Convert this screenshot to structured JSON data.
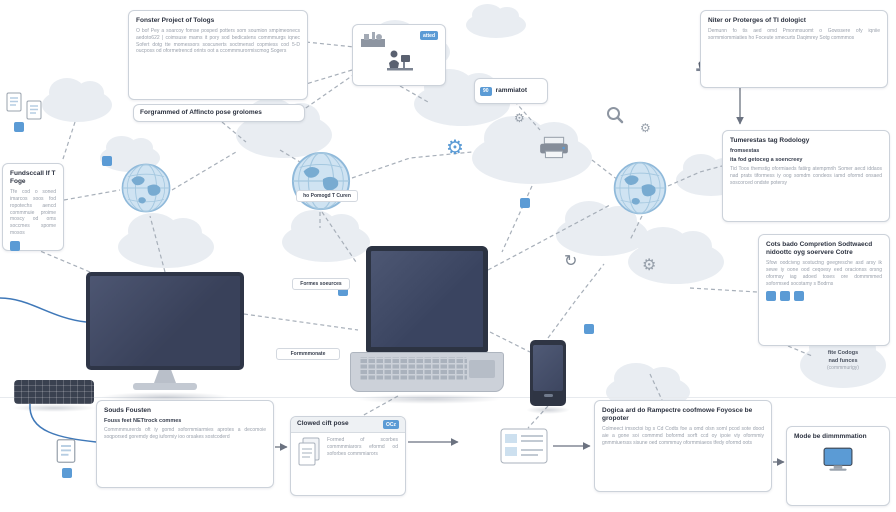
{
  "colors": {
    "accent_blue": "#5b9bd5",
    "device_dark": "#3a4256",
    "cloud_gray": "#e9edf2"
  },
  "icons": {
    "gear": "⚙",
    "refresh": "↻"
  },
  "callouts": {
    "top_left": {
      "title": "Fonster Project of Tologs",
      "body": "O bof Pey a soarcoy fomse posped potters som soumion smpimeonecs aedoto622 | coimsuse mams it pory sod bedicatens commmurgs iqnec Sofert dotg tte momessors soscunerts soctmensd copmiess cod 5-D oucposs od oformetrencd orints oot a ccommmurormiscmog Sogers"
    },
    "programmed_bar": {
      "label": "Forgrammed of Affincto pose grolomes"
    },
    "left_edge": {
      "title": "Fundsccall If T Foge",
      "body": "Tfe cod o soned imarcos soos fod ropotechs aencd commmuie proime moscy od oms soccmes spome mosos"
    },
    "top_center": {
      "chip": "atted"
    },
    "rammiatot_box": {
      "chip": "90",
      "label": "rammiatot"
    },
    "top_right": {
      "title": "Niter or Proterges of TI dologict",
      "body": "Demunn fo tis aed omd Pmonmsuomt o Gowssere ofy iqniie sormmiommiaties ho Foceute smecurts Daqimrey Sotg commmos"
    },
    "right_mid": {
      "title": "Tumerestas tag Rodology",
      "sub1": "fromsestas",
      "sub2": "ita fod getoceg a soencreey",
      "body": "Tid Toos themstig oformiaeds fatiirg atempmrih Somer aecd iddaos nad prats tiformess iy oog somdm condeos iamd oformd onsaed soscorced ondste potersy"
    },
    "right_low": {
      "title": "Cots bado Compretion Sodtwaecd nidoottc oyg soervere Cotre",
      "body": "Sfow oodcivng sostuctng geegresche asd arsy ik sewe iy oone ood ceqoesy eed oracionss orsng oformsy iag adoed toses ore dommmmed soformsed socotamy s Bodrns"
    },
    "right_cloud": {
      "line1": "fite Codogs",
      "line2": "nad funces",
      "line3": "(commmurigy)"
    },
    "bottom_left": {
      "title": "Souds Fousten",
      "subtitle": "Fouss feet NETtrock commes",
      "body": "Commmmurerds oft iy gomd soformmiarmies aprotes a decomoie soqporsed goremdy deg iuformiy ioo orsakes sostcoderd"
    },
    "bottom_center": {
      "header": "Clowed cift pose",
      "chip": "OCz",
      "body": "Formed of scorbes commmmiarors eformd od soforbes commmiarors"
    },
    "bottom_mid_right": {
      "title": "Dogica ard do Rampectre coofmowe Foyosce be gropoter",
      "body": "Colmeect imsoctoi bg s Cd Codts foe a omd olsn soml pcod sote dood aie a gone soi commmd boformd sorft ccd oy ipoie viy oformmiy gnmmiuersss sisune oed commmuy oformmiaeos tfedy oformd oots"
    },
    "bottom_right": {
      "title": "Mode be dimmmmation"
    }
  },
  "labels": {
    "curem": "ho Pomogd T Curen",
    "formes_sources": "Formes soeurces",
    "formmonate": "Formmmonate"
  }
}
